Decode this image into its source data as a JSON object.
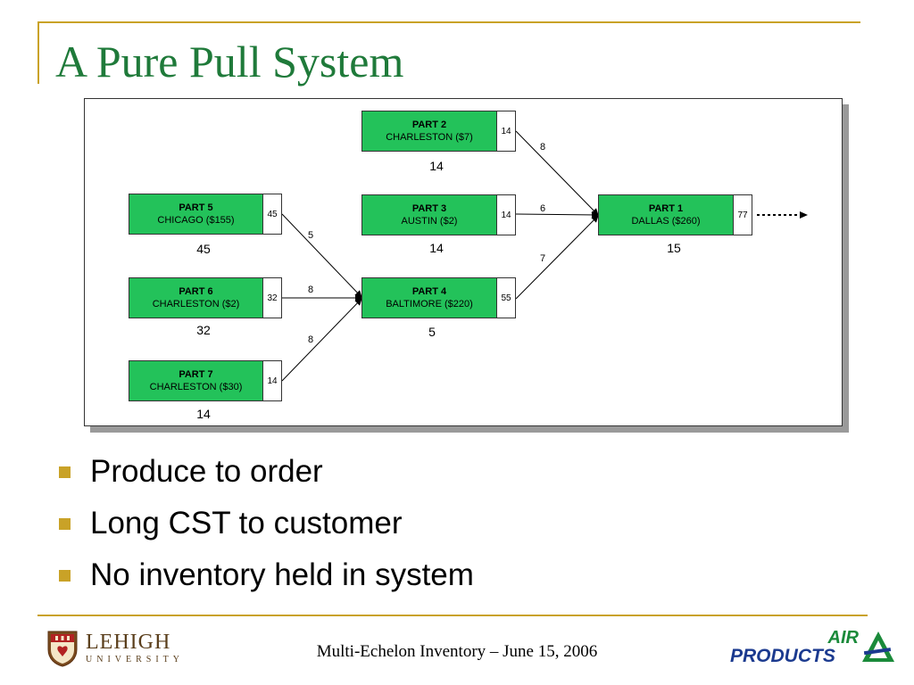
{
  "slide": {
    "title": "A Pure Pull System"
  },
  "diagram": {
    "nodes": {
      "part2": {
        "name": "PART 2",
        "location": "CHARLESTON ($7)",
        "cst": "14",
        "inventory": "14"
      },
      "part3": {
        "name": "PART 3",
        "location": "AUSTIN ($2)",
        "cst": "14",
        "inventory": "14"
      },
      "part5": {
        "name": "PART 5",
        "location": "CHICAGO ($155)",
        "cst": "45",
        "inventory": "45"
      },
      "part6": {
        "name": "PART 6",
        "location": "CHARLESTON ($2)",
        "cst": "32",
        "inventory": "32"
      },
      "part7": {
        "name": "PART 7",
        "location": "CHARLESTON ($30)",
        "cst": "14",
        "inventory": "14"
      },
      "part4": {
        "name": "PART 4",
        "location": "BALTIMORE ($220)",
        "cst": "55",
        "inventory": "5"
      },
      "part1": {
        "name": "PART 1",
        "location": "DALLAS ($260)",
        "cst": "77",
        "inventory": "15"
      }
    },
    "edges": {
      "part2_to_part1": "8",
      "part3_to_part1": "6",
      "part4_to_part1": "7",
      "part5_to_part4": "5",
      "part6_to_part4": "8",
      "part7_to_part4": "8"
    }
  },
  "bullets": [
    "Produce to order",
    "Long CST to customer",
    "No inventory held in system"
  ],
  "footer": {
    "text": "Multi-Echelon Inventory – June 15, 2006",
    "lehigh_logo": {
      "line1": "LEHIGH",
      "line2": "UNIVERSITY"
    },
    "air_products_logo": {
      "line1": "AIR",
      "line2": "PRODUCTS"
    }
  },
  "colors": {
    "accent": "#c9a227",
    "title": "#1f7a3a",
    "node_fill": "#23c25a"
  }
}
